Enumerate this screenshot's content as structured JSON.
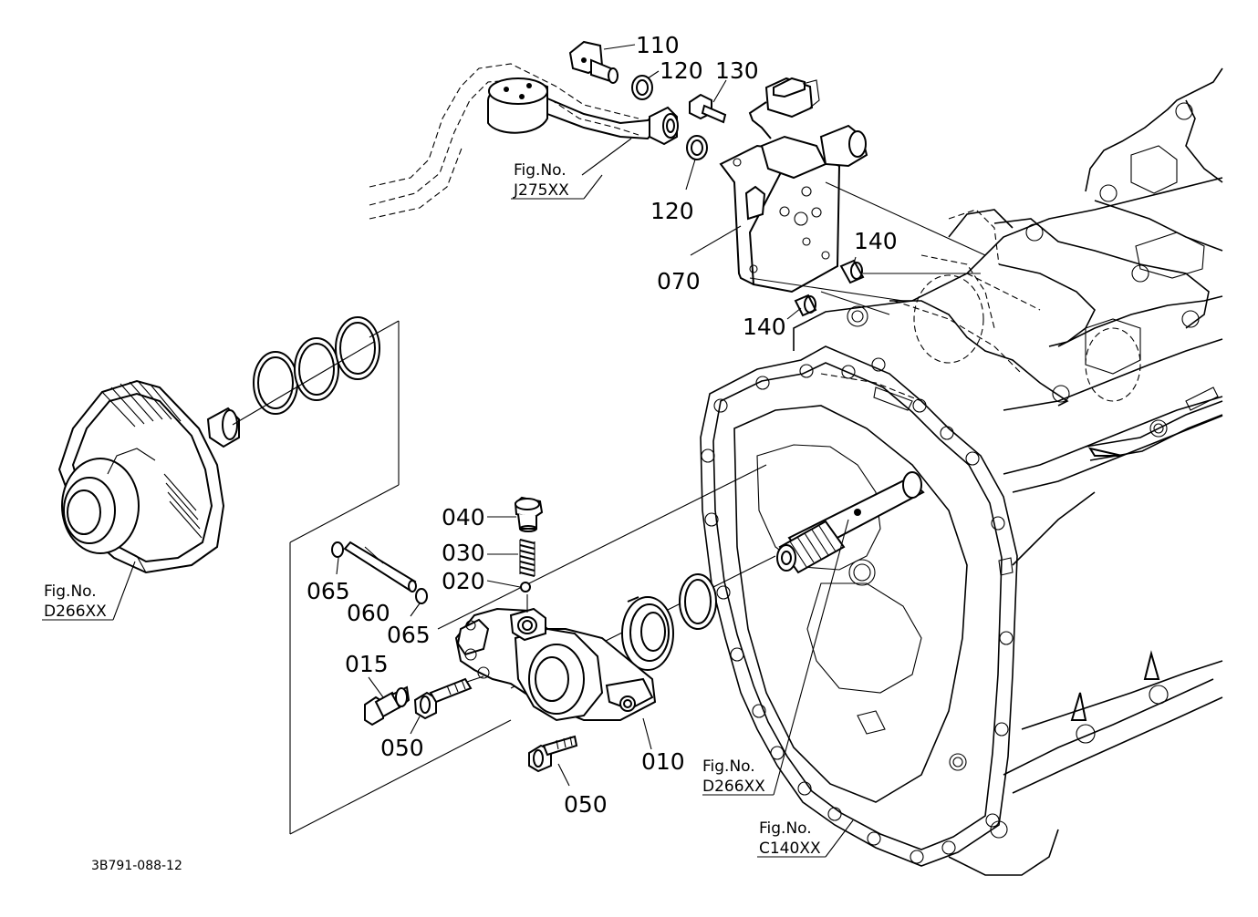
{
  "callouts": {
    "c010": "010",
    "c015": "015",
    "c020": "020",
    "c030": "030",
    "c040": "040",
    "c050a": "050",
    "c050b": "050",
    "c060": "060",
    "c065a": "065",
    "c065b": "065",
    "c070": "070",
    "c110": "110",
    "c120a": "120",
    "c120b": "120",
    "c130": "130",
    "c140a": "140",
    "c140b": "140"
  },
  "figure_refs": {
    "j275": {
      "label": "Fig.No.",
      "code": "J275XX"
    },
    "d266_left": {
      "label": "Fig.No.",
      "code": "D266XX"
    },
    "d266_center": {
      "label": "Fig.No.",
      "code": "D266XX"
    },
    "c140": {
      "label": "Fig.No.",
      "code": "C140XX"
    }
  },
  "drawing_code": "3B791-088-12"
}
